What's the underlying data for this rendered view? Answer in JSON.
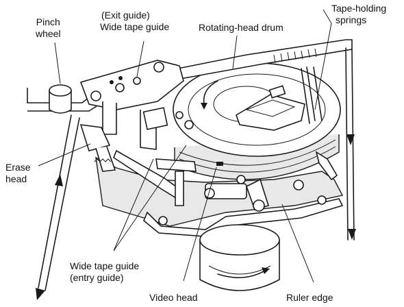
{
  "labels": {
    "pinch_wheel": [
      "Pinch",
      "wheel"
    ],
    "exit_guide": [
      "(Exit guide)",
      "Wide tape guide"
    ],
    "rotating_head_drum": "Rotating-head drum",
    "tape_holding_springs": [
      "Tape-holding",
      "springs"
    ],
    "erase_head": [
      "Erase",
      "head"
    ],
    "entry_guide": [
      "Wide tape guide",
      "(entry guide)"
    ],
    "video_head": "Video head",
    "ruler_edge": "Ruler edge"
  },
  "colors": {
    "ink": "#1a1a1a",
    "paper": "#ffffff"
  }
}
